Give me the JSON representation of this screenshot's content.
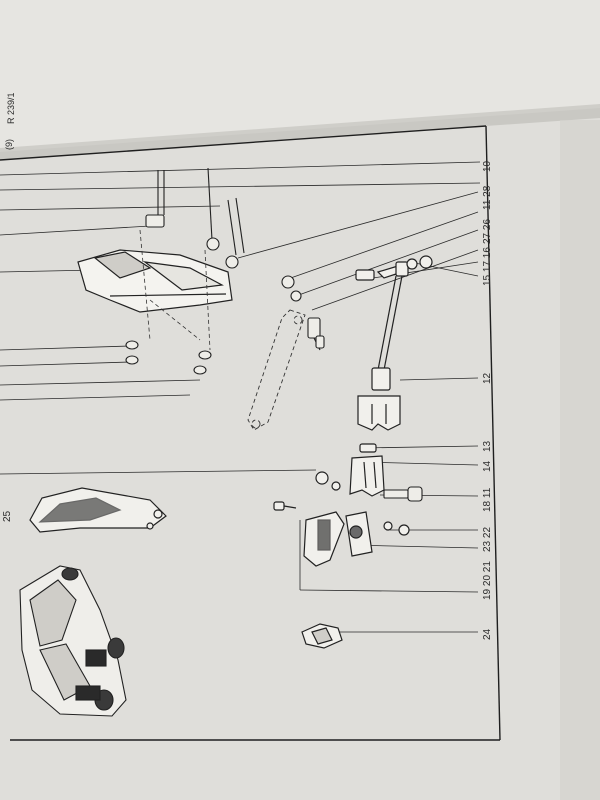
{
  "page_ref": {
    "code_a": "(9)",
    "code_b": "R 239/1"
  },
  "callouts": {
    "c10": "10",
    "c11_28": "11 28",
    "c27_26": "27 26",
    "c15_17_16": "15 17 16",
    "c12": "12",
    "c13": "13",
    "c14": "14",
    "c18_11": "18 11",
    "c23_22": "23 22",
    "c19_20_21": "19 20 21",
    "c24": "24",
    "c25": "25"
  }
}
